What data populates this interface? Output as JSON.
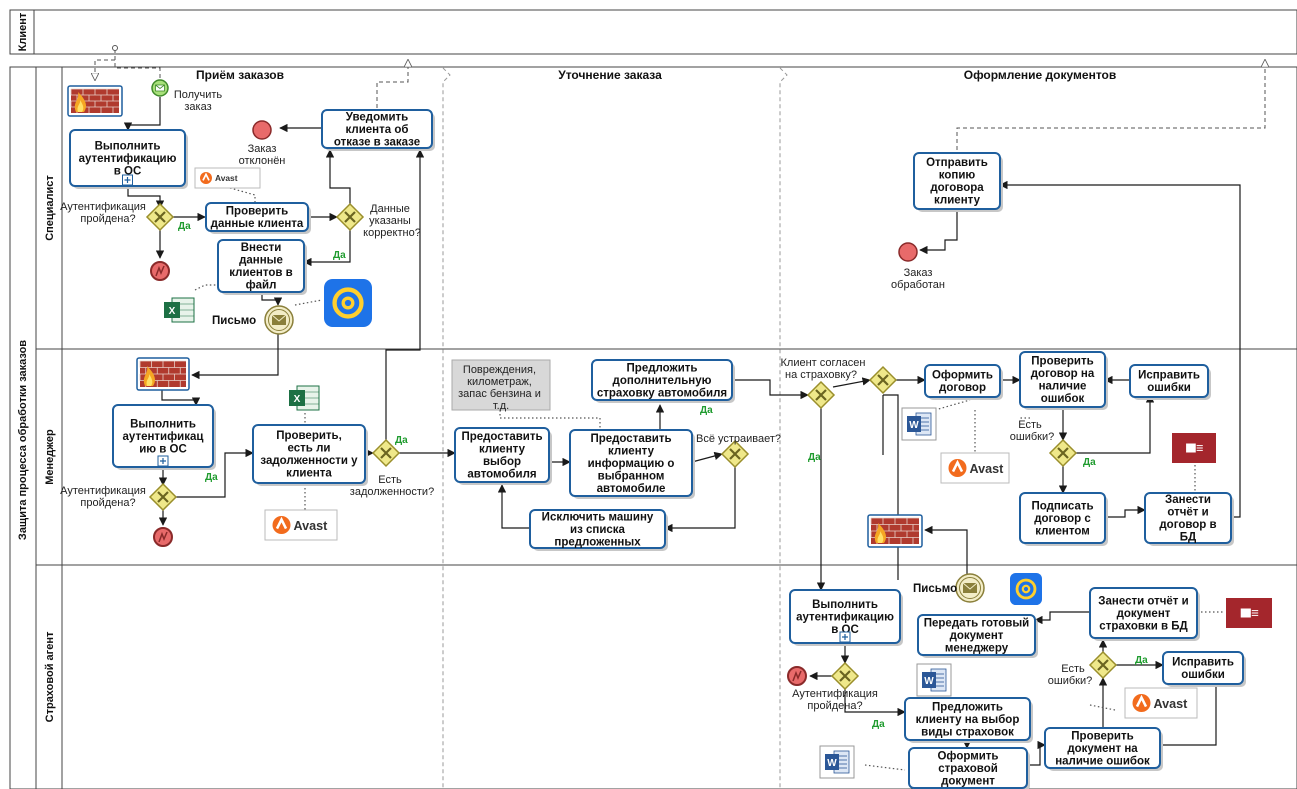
{
  "pools": {
    "client": "Клиент",
    "main": "Защита процесса  обработки заказов"
  },
  "lanes": [
    "Специалист",
    "Менеджер",
    "Страховой агент"
  ],
  "phases": [
    "Приём заказов",
    "Уточнение заказа",
    "Оформление документов"
  ],
  "tasks": {
    "auth_spec": [
      "Выполнить",
      "аутентификацию",
      "в ОС"
    ],
    "check_client": [
      "Проверить",
      "данные клиента"
    ],
    "enter_data": [
      "Внести",
      "данные",
      "клиентов в",
      "файл"
    ],
    "notify_refusal": [
      "Уведомить",
      "клиента об",
      "отказе в заказе"
    ],
    "send_copy": [
      "Отправить",
      "копию",
      "договора",
      "клиенту"
    ],
    "auth_mgr": [
      "Выполнить",
      "аутентификац",
      "ию в ОС"
    ],
    "check_debt": [
      "Проверить,",
      "есть ли",
      "задолженности у",
      "клиента"
    ],
    "provide_choice": [
      "Предоставить",
      "клиенту",
      "выбор",
      "автомобиля"
    ],
    "provide_info": [
      "Предоставить",
      "клиенту",
      "информацию о",
      "выбранном",
      "автомобиле"
    ],
    "exclude_car": [
      "Исключить машину",
      "из списка",
      "предложенных"
    ],
    "offer_insurance": [
      "Предложить",
      "дополнительную",
      "страховку автомобиля"
    ],
    "make_contract": [
      "Оформить",
      "договор"
    ],
    "check_contract": [
      "Проверить",
      "договор на",
      "наличие",
      "ошибок"
    ],
    "fix_errors_mgr": [
      "Исправить",
      "ошибки"
    ],
    "sign_contract": [
      "Подписать",
      "договор с",
      "клиентом"
    ],
    "save_report_db": [
      "Занести",
      "отчёт и",
      "договор в",
      "БД"
    ],
    "auth_agent": [
      "Выполнить",
      "аутентификацию",
      "в ОС"
    ],
    "pass_document": [
      "Передать готовый",
      "документ",
      "менеджеру"
    ],
    "save_report_ins": [
      "Занести отчёт и",
      "документ",
      "страховки в БД"
    ],
    "fix_errors_agent": [
      "Исправить",
      "ошибки"
    ],
    "offer_types": [
      "Предложить",
      "клиенту на выбор",
      "виды страховок"
    ],
    "make_ins_doc": [
      "Оформить",
      "страховой",
      "документ"
    ],
    "check_doc": [
      "Проверить",
      "документ на",
      "наличие ошибок"
    ]
  },
  "labels": {
    "receive_order": [
      "Получить",
      "заказ"
    ],
    "order_rejected": [
      "Заказ",
      "отклонён"
    ],
    "auth_passed": [
      "Аутентификация",
      "пройдена?"
    ],
    "data_correct": [
      "Данные",
      "указаны",
      "корректно?"
    ],
    "letter": "Письмо",
    "order_processed": [
      "Заказ",
      "обработан"
    ],
    "has_debt": [
      "Есть",
      "задолженности?"
    ],
    "all_ok": "Всё устраивает?",
    "client_agrees": [
      "Клиент согласен",
      "на страховку?"
    ],
    "has_errors": [
      "Есть",
      "ошибки?"
    ],
    "yes": "Да",
    "car_note": [
      "Повреждения,",
      "километраж,",
      "запас бензина и",
      "т.д."
    ],
    "avast": "Avast"
  },
  "colors": {
    "task_border": "#1f5f9e",
    "gateway_fill": "#efe88a",
    "gateway_stroke": "#9a8f2c",
    "end_fill": "#e86a6a",
    "start_fill": "#a8e07a",
    "yes_green": "#1f9b2e",
    "firewall": "#b03a2e",
    "mail_blue": "#1e73e8",
    "excel_green": "#1d7044",
    "word_blue": "#2b5797",
    "access_red": "#a4262c",
    "avast_orange": "#f26b1d"
  },
  "icons": [
    "firewall-icon",
    "mail-icon",
    "excel-icon",
    "word-icon",
    "avast-icon",
    "access-icon",
    "envelope-icon",
    "error-end-icon"
  ]
}
